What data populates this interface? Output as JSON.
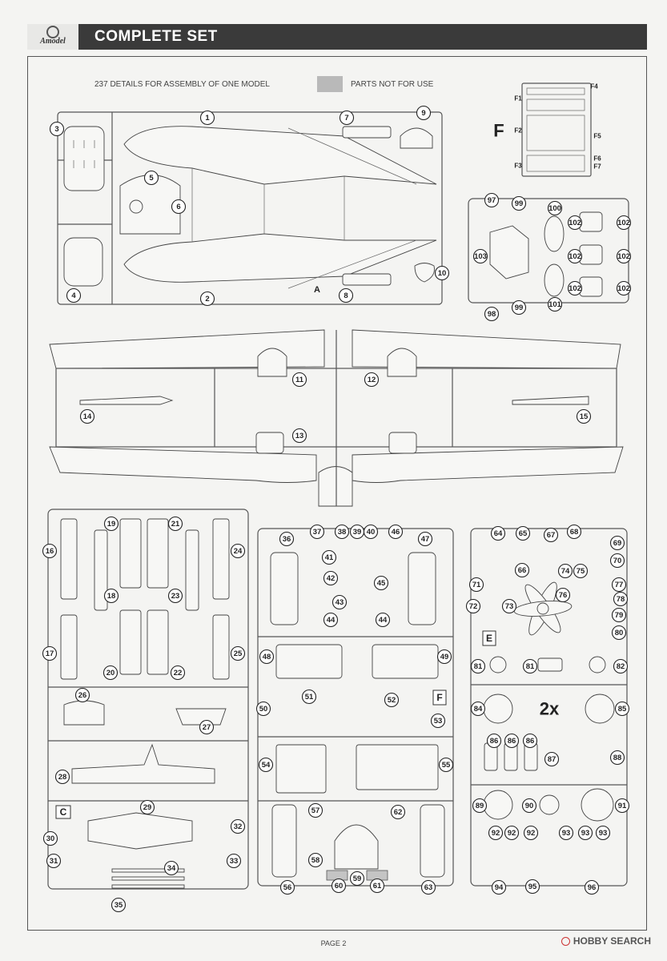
{
  "header": {
    "brand": "Amodel",
    "title": "COMPLETE SET"
  },
  "info": {
    "details_count": "237 DETAILS FOR ASSEMBLY OF ONE MODEL",
    "legend_label": "PARTS NOT FOR USE",
    "legend_color": "#b9b9b9"
  },
  "sprue_labels": {
    "A": "A",
    "C": "C",
    "E": "E",
    "F_small": "F",
    "F_large": "F",
    "photo_etch": [
      "F1",
      "F2",
      "F3",
      "F4",
      "F5",
      "F6",
      "F7"
    ],
    "multiplier": "2x"
  },
  "footer": {
    "page": "PAGE 2",
    "watermark": "HOBBY SEARCH"
  },
  "callouts": [
    "1",
    "2",
    "3",
    "4",
    "5",
    "6",
    "7",
    "8",
    "9",
    "10",
    "11",
    "12",
    "13",
    "14",
    "15",
    "16",
    "17",
    "18",
    "19",
    "20",
    "21",
    "22",
    "23",
    "24",
    "25",
    "26",
    "27",
    "28",
    "29",
    "30",
    "31",
    "32",
    "33",
    "34",
    "35",
    "36",
    "37",
    "38",
    "39",
    "40",
    "41",
    "42",
    "43",
    "44",
    "44",
    "45",
    "46",
    "47",
    "48",
    "49",
    "50",
    "51",
    "52",
    "53",
    "54",
    "55",
    "56",
    "57",
    "58",
    "59",
    "60",
    "61",
    "62",
    "63",
    "64",
    "65",
    "66",
    "67",
    "68",
    "69",
    "70",
    "71",
    "72",
    "73",
    "74",
    "75",
    "76",
    "77",
    "78",
    "79",
    "80",
    "81",
    "81",
    "82",
    "84",
    "85",
    "86",
    "86",
    "86",
    "87",
    "88",
    "89",
    "90",
    "91",
    "92",
    "92",
    "92",
    "93",
    "93",
    "93",
    "94",
    "95",
    "96",
    "97",
    "98",
    "99",
    "99",
    "100",
    "101",
    "102",
    "102",
    "102",
    "102",
    "102",
    "102",
    "103"
  ]
}
